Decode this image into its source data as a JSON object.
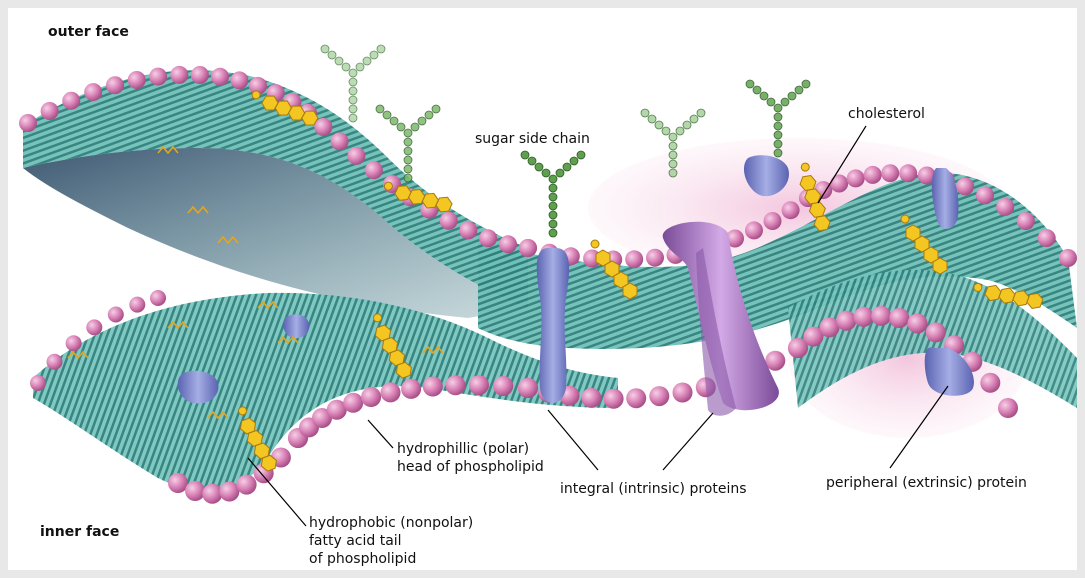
{
  "labels": {
    "outer_face": "outer face",
    "inner_face": "inner face",
    "sugar_side_chain": "sugar side chain",
    "cholesterol": "cholesterol",
    "hydrophilic_line1": "hydrophillic (polar)",
    "hydrophilic_line2": "head of phospholipid",
    "hydrophobic_line1": "hydrophobic (nonpolar)",
    "hydrophobic_line2": "fatty acid tail",
    "hydrophobic_line3": "of phospholipid",
    "integral_proteins": "integral (intrinsic) proteins",
    "peripheral_protein": "peripheral (extrinsic) protein"
  },
  "colors": {
    "head_pink": "#d77fb4",
    "bilayer_teal": "#4aa6a0",
    "protein_blue": "#7d86c9",
    "protein_purple": "#a070b8",
    "cholesterol_yellow": "#f2c21a",
    "sugar_green": "#5f9a4e"
  }
}
